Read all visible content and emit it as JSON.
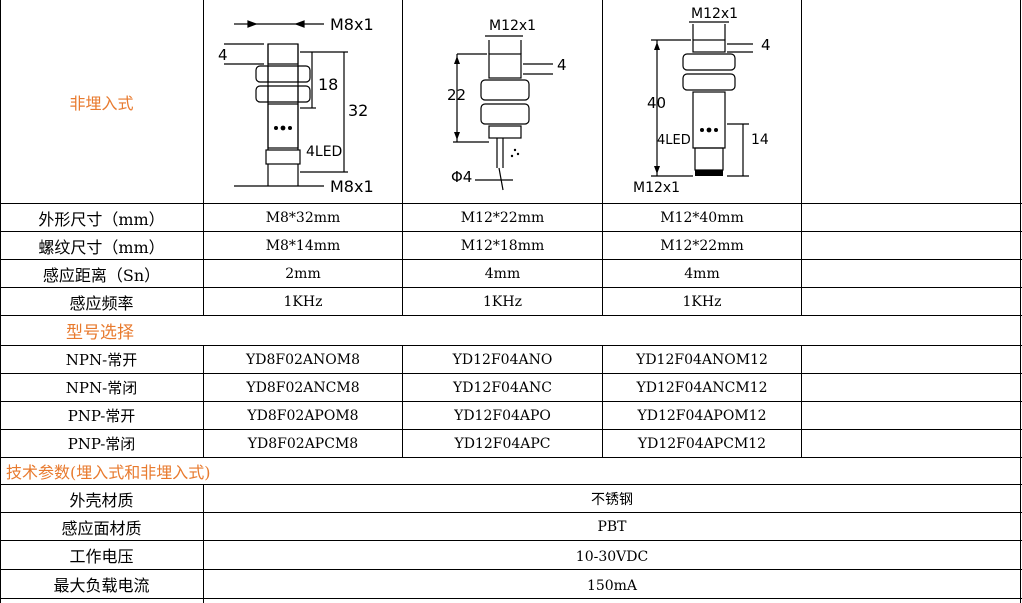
{
  "header": {
    "mount_label": "非埋入式",
    "diagrams": [
      {
        "thread": "M8x1",
        "dim_nut": "4",
        "dim_thread": "18",
        "dim_total": "32",
        "led": "4LED",
        "bottom": "M8x1"
      },
      {
        "thread": "M12x1",
        "dim_nut": "4",
        "dim_thread": "22",
        "diameter": "Φ4"
      },
      {
        "thread": "M12x1",
        "dim_nut": "4",
        "dim_total": "40",
        "led": "4LED",
        "dim_sense": "14",
        "bottom": "M12x1"
      }
    ]
  },
  "specs": [
    {
      "label": "外形尺寸（mm）",
      "values": [
        "M8*32mm",
        "M12*22mm",
        "M12*40mm"
      ]
    },
    {
      "label": "螺纹尺寸（mm）",
      "values": [
        "M8*14mm",
        "M12*18mm",
        "M12*22mm"
      ]
    },
    {
      "label": "感应距离（Sn）",
      "values": [
        "2mm",
        "4mm",
        "4mm"
      ]
    },
    {
      "label": "感应频率",
      "values": [
        "1KHz",
        "1KHz",
        "1KHz"
      ]
    }
  ],
  "model_section": {
    "title": "型号选择"
  },
  "models": [
    {
      "label": "NPN-常开",
      "values": [
        "YD8F02ANOM8",
        "YD12F04ANO",
        "YD12F04ANOM12"
      ]
    },
    {
      "label": "NPN-常闭",
      "values": [
        "YD8F02ANCM8",
        "YD12F04ANC",
        "YD12F04ANCM12"
      ]
    },
    {
      "label": "PNP-常开",
      "values": [
        "YD8F02APOM8",
        "YD12F04APO",
        "YD12F04APOM12"
      ]
    },
    {
      "label": "PNP-常闭",
      "values": [
        "YD8F02APCM8",
        "YD12F04APC",
        "YD12F04APCM12"
      ]
    }
  ],
  "tech_section": {
    "title": "技术参数(埋入式和非埋入式)"
  },
  "tech": [
    {
      "label": "外壳材质",
      "value": "不锈钢"
    },
    {
      "label": "感应面材质",
      "value": "PBT"
    },
    {
      "label": "工作电压",
      "value": "10-30VDC"
    },
    {
      "label": "最大负载电流",
      "value": "150mA"
    }
  ]
}
